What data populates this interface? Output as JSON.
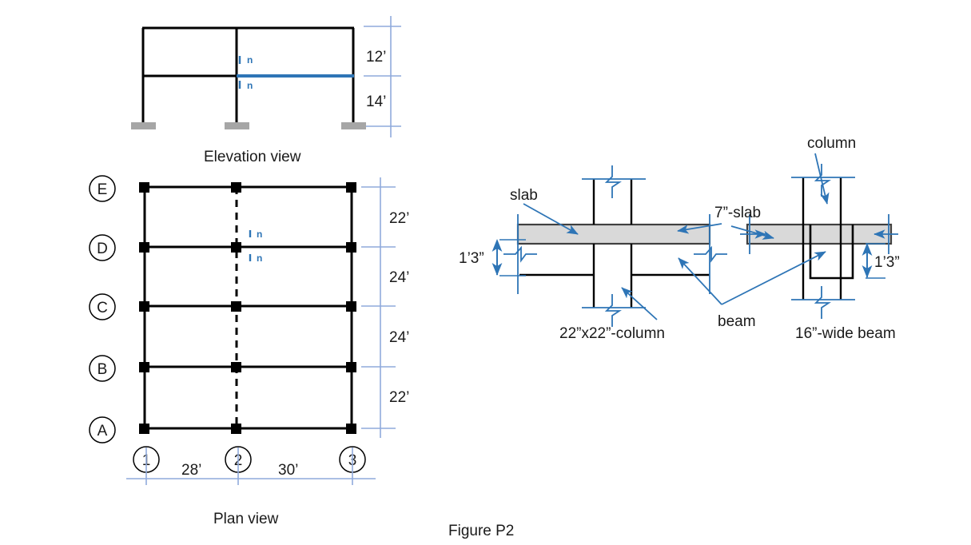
{
  "figure": {
    "caption": "Figure P2",
    "accent_blue": "#2e75b6",
    "line_black": "#000000",
    "slab_fill": "#d9d9d9",
    "footing_fill": "#a6a6a6",
    "dim_line_blue": "#8faadc"
  },
  "elevation": {
    "title": "Elevation view",
    "story_heights": [
      "12’",
      "14’"
    ],
    "marker_labels": [
      "n",
      "n"
    ]
  },
  "plan": {
    "title": "Plan view",
    "grid_letters": [
      "E",
      "D",
      "C",
      "B",
      "A"
    ],
    "grid_numbers": [
      "1",
      "2",
      "3"
    ],
    "bay_depths": [
      "22’",
      "24’",
      "24’",
      "22’"
    ],
    "bay_widths": [
      "28’",
      "30’"
    ],
    "marker_labels": [
      "n",
      "n"
    ]
  },
  "section_left": {
    "label_slab": "slab",
    "label_depth": "1’3”",
    "label_column": "22”x22”-column"
  },
  "section_right": {
    "label_column": "column",
    "label_slab": "7”-slab",
    "label_beam": "beam",
    "label_depth": "1’3”",
    "label_title": "16”-wide beam"
  }
}
